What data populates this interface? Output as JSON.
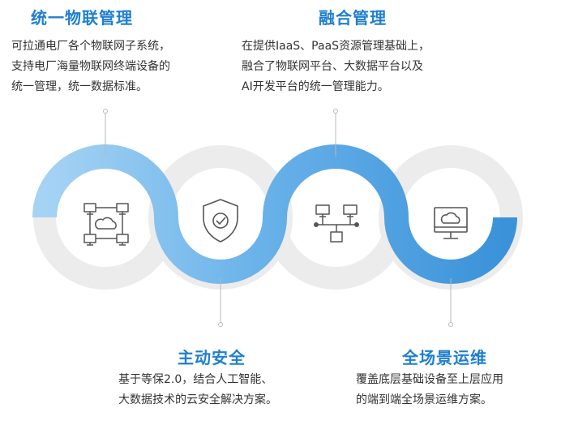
{
  "features": [
    {
      "title": "统一物联管理",
      "desc": "可拉通电厂各个物联网子系统，\n支持电厂海量物联网终端设备的\n统一管理，统一数据标准。",
      "icon": "cloud-network-icon"
    },
    {
      "title": "融合管理",
      "desc": "在提供IaaS、PaaS资源管理基础上，\n融合了物联网平台、大数据平台以及\nAI开发平台的统一管理能力。",
      "icon": "network-topology-icon"
    },
    {
      "title": "主动安全",
      "desc": "基于等保2.0，结合人工智能、\n大数据技术的云安全解决方案。",
      "icon": "shield-check-icon"
    },
    {
      "title": "全场景运维",
      "desc": "覆盖底层基础设备至上层应用\n的端到端全场景运维方案。",
      "icon": "cloud-monitor-icon"
    }
  ],
  "colors": {
    "title": "#1f7fd0",
    "text": "#333333",
    "ring_gray": "#ececec",
    "wave_light": "#a9d4f4",
    "wave_dark": "#3d96dc",
    "icon": "#555555"
  }
}
